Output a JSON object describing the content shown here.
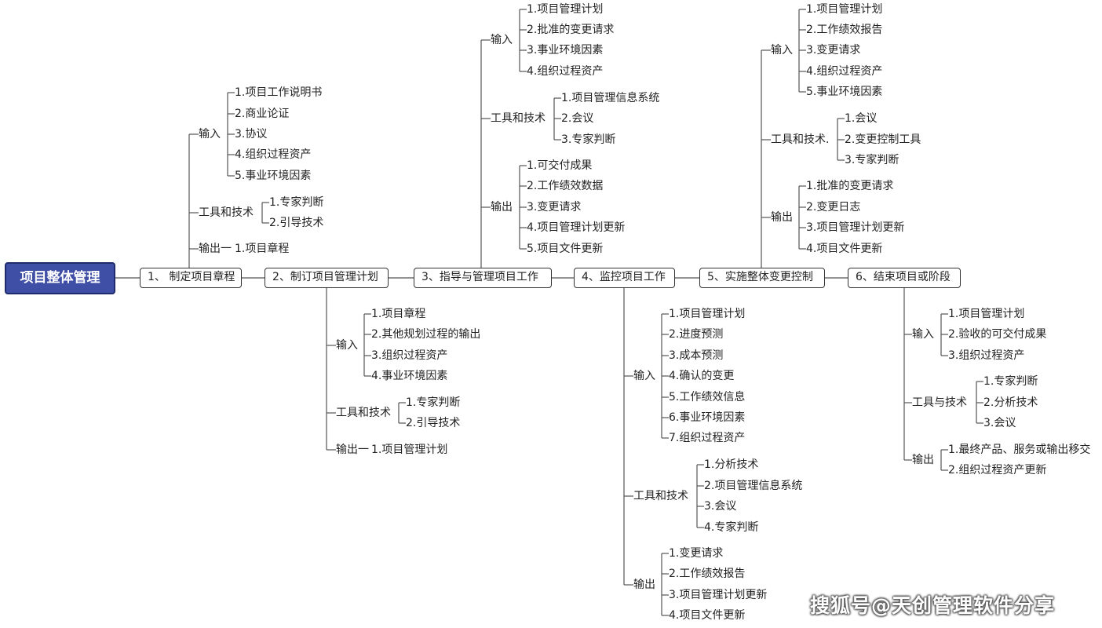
{
  "root": "项目整体管理",
  "processes": [
    {
      "title": "1、  制定项目章程",
      "groups": [
        {
          "label": "输入",
          "items": [
            "1.项目工作说明书",
            "2.商业论证",
            "3.协议",
            "4.组织过程资产",
            "5.事业环境因素"
          ]
        },
        {
          "label": "工具和技术",
          "items": [
            "1.专家判断",
            "2.引导技术"
          ]
        },
        {
          "label": "输出一",
          "items": [
            "1.项目章程"
          ]
        }
      ]
    },
    {
      "title": "2、制订项目管理计划",
      "groups": [
        {
          "label": "输入",
          "items": [
            "1.项目章程",
            "2.其他规划过程的输出",
            "3.组织过程资产",
            "4.事业环境因素"
          ]
        },
        {
          "label": "工具和技术",
          "items": [
            "1.专家判断",
            "2.引导技术"
          ]
        },
        {
          "label": "输出一",
          "items": [
            "1.项目管理计划"
          ]
        }
      ]
    },
    {
      "title": "3、指导与管理项目工作",
      "groups": [
        {
          "label": "输入",
          "items": [
            "1.项目管理计划",
            "2.批准的变更请求",
            "3.事业环境因素",
            "4.组织过程资产"
          ]
        },
        {
          "label": "工具和技术",
          "items": [
            "1.项目管理信息系统",
            "2.会议",
            "3.专家判断"
          ]
        },
        {
          "label": "输出",
          "items": [
            "1.可交付成果",
            "2.工作绩效数据",
            "3.变更请求",
            "4.项目管理计划更新",
            "5.项目文件更新"
          ]
        }
      ]
    },
    {
      "title": "4、监控项目工作",
      "groups": [
        {
          "label": "输入",
          "items": [
            "1.项目管理计划",
            "2.进度预测",
            "3.成本预测",
            "4.确认的变更",
            "5.工作绩效信息",
            "6.事业环境因素",
            "7.组织过程资产"
          ]
        },
        {
          "label": "工具和技术",
          "items": [
            "1.分析技术",
            "2.项目管理信息系统",
            "3.会议",
            "4.专家判断"
          ]
        },
        {
          "label": "输出",
          "items": [
            "1.变更请求",
            "2.工作绩效报告",
            "3.项目管理计划更新",
            "4.项目文件更新"
          ]
        }
      ]
    },
    {
      "title": "5、实施整体变更控制",
      "groups": [
        {
          "label": "输入",
          "items": [
            "1.项目管理计划",
            "2.工作绩效报告",
            "3.变更请求",
            "4.组织过程资产",
            "5.事业环境因素"
          ]
        },
        {
          "label": "工具和技术.",
          "items": [
            "1.会议",
            "2.变更控制工具",
            "3.专家判断"
          ]
        },
        {
          "label": "输出",
          "items": [
            "1.批准的变更请求",
            "2.变更日志",
            "3.项目管理计划更新",
            "4.项目文件更新"
          ]
        }
      ]
    },
    {
      "title": "6、结束项目或阶段",
      "groups": [
        {
          "label": "输入",
          "items": [
            "1.项目管理计划",
            "2.验收的可交付成果",
            "3.组织过程资产"
          ]
        },
        {
          "label": "工具与技术",
          "items": [
            "1.专家判断",
            "2.分析技术",
            "3.会议"
          ]
        },
        {
          "label": "输出",
          "items": [
            "1.最终产品、服务或输出移交",
            "2.组织过程资产更新"
          ]
        }
      ]
    }
  ],
  "watermark": "搜狐号@天创管理软件分享",
  "colors": {
    "root_fill": "#3f4fa6",
    "root_border": "#1f2b6b",
    "line": "#555555"
  }
}
